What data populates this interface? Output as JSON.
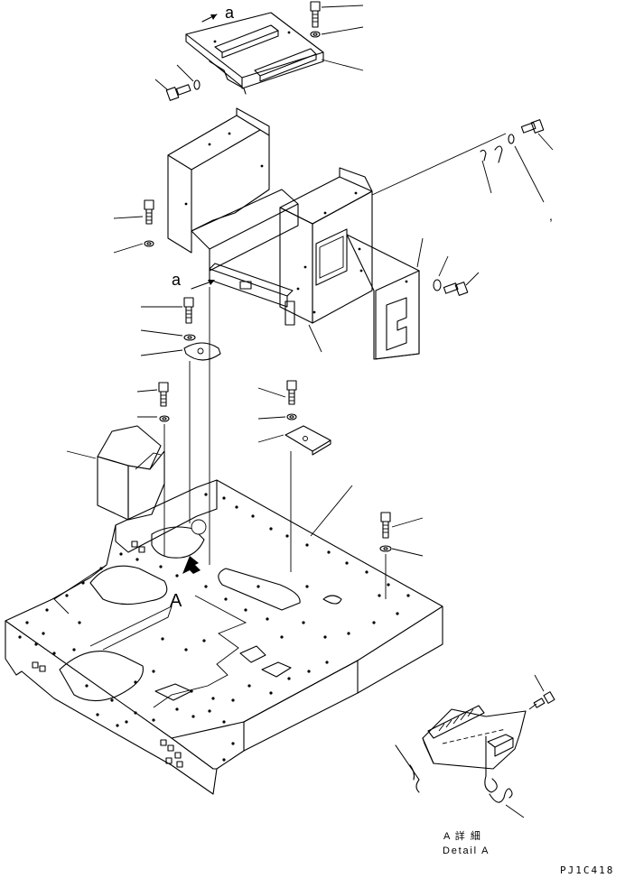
{
  "labels": {
    "ref_a_top": "a",
    "ref_a_mid": "a",
    "view_a": "A",
    "detail_jp": "A 詳 細",
    "detail_en": "Detail A",
    "drawing_code": "PJ1C418",
    "tick_mark": ","
  }
}
